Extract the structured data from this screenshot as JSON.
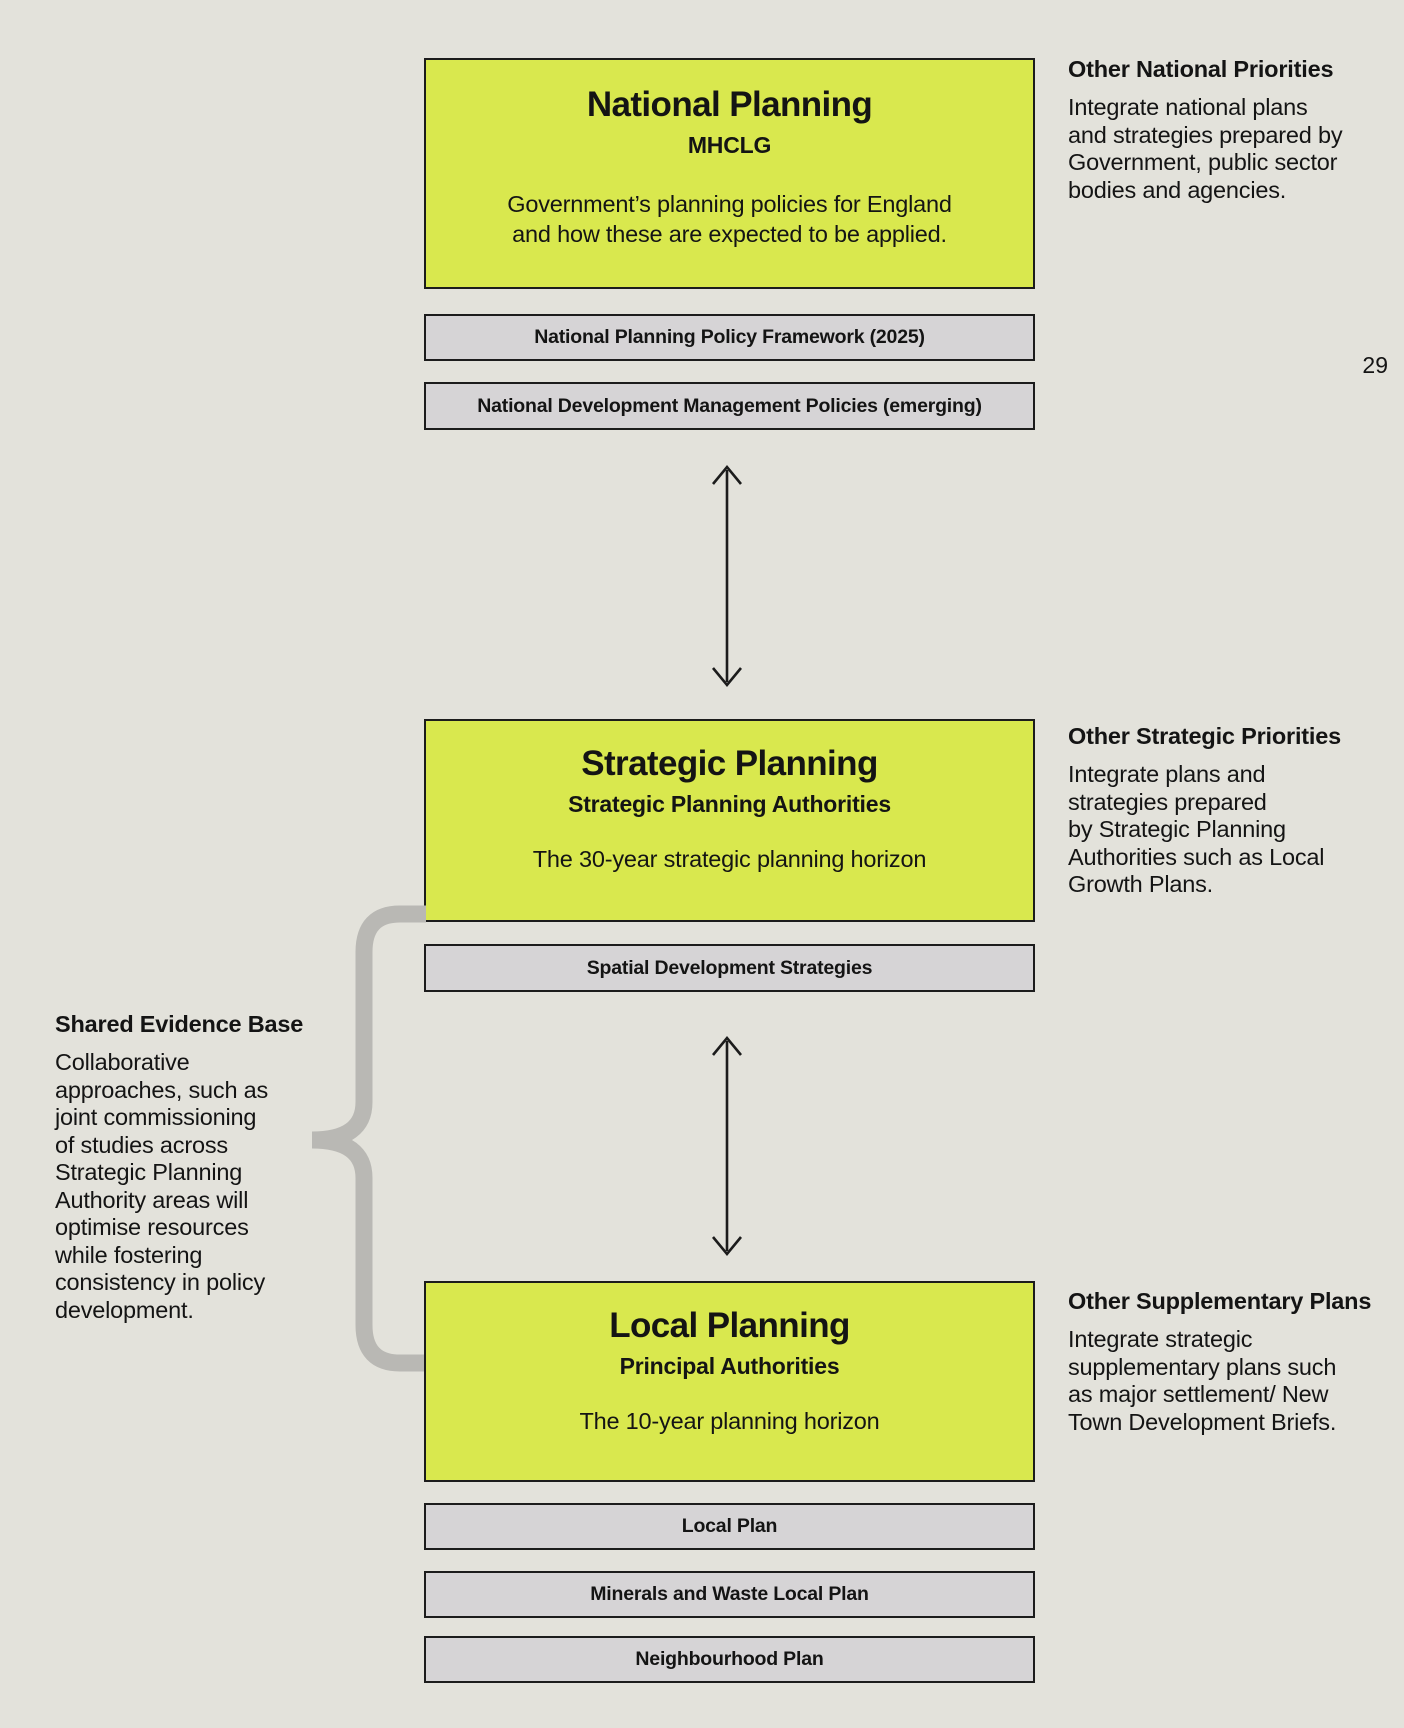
{
  "page": {
    "number": "29"
  },
  "colors": {
    "background": "#e3e2db",
    "stage_fill": "#d9e84e",
    "bar_fill": "#d6d4d6",
    "border": "#1c1c1c",
    "brace": "#b9b8b4",
    "text": "#141414"
  },
  "sections": {
    "national": {
      "title": "National Planning",
      "subtitle": "MHCLG",
      "description": "Government’s planning policies for England\nand how these are expected to be applied.",
      "bars": [
        "National Planning Policy Framework (2025)",
        "National Development Management Policies (emerging)"
      ],
      "side_note": {
        "heading": "Other National Priorities",
        "body": "Integrate national plans\nand strategies prepared by\nGovernment, public sector\nbodies and agencies."
      }
    },
    "strategic": {
      "title": "Strategic Planning",
      "subtitle": "Strategic Planning Authorities",
      "description": "The 30-year strategic planning horizon",
      "bars": [
        "Spatial Development Strategies"
      ],
      "side_note": {
        "heading": "Other Strategic Priorities",
        "body": "Integrate plans and\nstrategies prepared\nby Strategic Planning\nAuthorities such as Local\nGrowth Plans."
      }
    },
    "local": {
      "title": "Local Planning",
      "subtitle": "Principal Authorities",
      "description": "The 10-year planning horizon",
      "bars": [
        "Local Plan",
        "Minerals and Waste Local Plan",
        "Neighbourhood Plan"
      ],
      "side_note": {
        "heading": "Other Supplementary Plans",
        "body": "Integrate strategic\nsupplementary plans such\nas major settlement/ New\nTown Development Briefs."
      }
    }
  },
  "shared_evidence": {
    "heading": "Shared Evidence Base",
    "body": "Collaborative\napproaches, such as\njoint commissioning\nof studies across\nStrategic Planning\nAuthority areas will\noptimise resources\nwhile fostering\nconsistency in policy\ndevelopment."
  }
}
